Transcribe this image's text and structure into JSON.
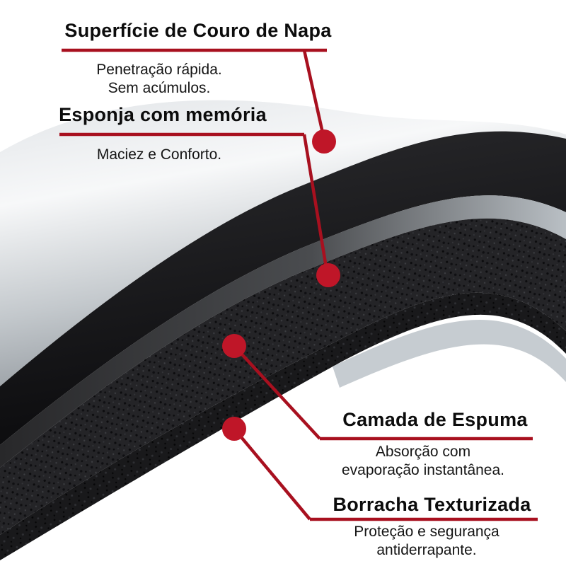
{
  "product_diagram": {
    "callouts": [
      {
        "title": "Superfície de Couro de Napa",
        "description_lines": [
          "Penetração rápida.",
          "Sem acúmulos."
        ]
      },
      {
        "title": "Esponja com memória",
        "description_lines": [
          "Maciez e Conforto."
        ]
      },
      {
        "title": "Camada de Espuma",
        "description_lines": [
          "Absorção com",
          "evaporação instantânea."
        ]
      },
      {
        "title": "Borracha Texturizada",
        "description_lines": [
          "Proteção e segurança",
          "antiderrapante."
        ]
      }
    ],
    "colors": {
      "accent_red_line": "#a8101f",
      "accent_red_dot": "#bf1628",
      "title_text": "#0c0c0c",
      "body_text": "#151515",
      "background": "#ffffff"
    }
  }
}
